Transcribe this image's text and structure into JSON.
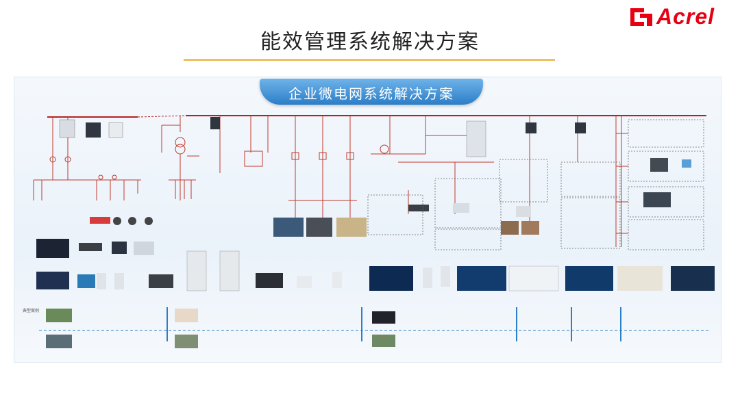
{
  "slide": {
    "title": "能效管理系统解决方案"
  },
  "logo": {
    "text": "Acrel",
    "brand_color": "#e60012"
  },
  "banner": {
    "title": "企业微电网系统解决方案"
  },
  "colors": {
    "bus": "#b22222",
    "feeder": "#c0392b",
    "dashed_box": "#666666",
    "banner": "#2b7ec8",
    "timeline": "#2b7ec8"
  },
  "cases": {
    "label": "典型案例"
  }
}
